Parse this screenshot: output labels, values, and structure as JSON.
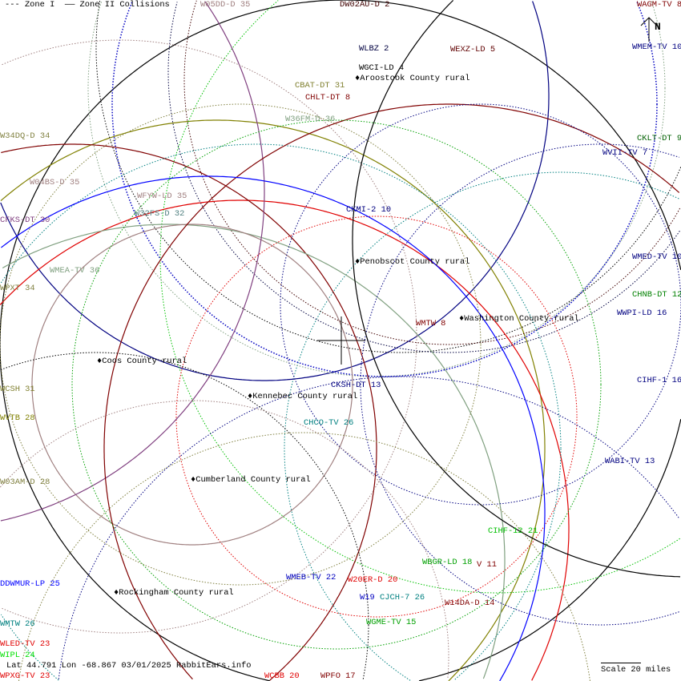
{
  "legend": {
    "zone1": "--- Zone I",
    "zone2": "—— Zone II Collisions"
  },
  "footer": "Lat 44.791 Lon -68.867 03/01/2025 RabbitEars.info",
  "scale_label": "Scale 20 miles",
  "north_label": "N",
  "stations": [
    {
      "label": "W05DD-D 35",
      "color": "#a08080"
    },
    {
      "label": "DW02AU-D 2",
      "color": "#400000"
    },
    {
      "label": "WAGM-TV 8",
      "color": "#800000"
    },
    {
      "label": "WLBZ 2",
      "color": "#000040"
    },
    {
      "label": "WEXZ-LD 5",
      "color": "#600000"
    },
    {
      "label": "WMEM-TV 10",
      "color": "#000080"
    },
    {
      "label": "WGCI-LD 4",
      "color": "#000000"
    },
    {
      "label": "CBAT-DT 31",
      "color": "#808030"
    },
    {
      "label": "CHLT-DT 8",
      "color": "#800000"
    },
    {
      "label": "W36FM-D 36",
      "color": "#80a080"
    },
    {
      "label": "W34DQ-D 34",
      "color": "#808040"
    },
    {
      "label": "CKLT-DT 9",
      "color": "#006000"
    },
    {
      "label": "WVII-TV 7",
      "color": "#000080"
    },
    {
      "label": "W04BS-D 35",
      "color": "#a08080"
    },
    {
      "label": "WFYW-LD 35",
      "color": "#a08080"
    },
    {
      "label": "CKMI-2 10",
      "color": "#000080"
    },
    {
      "label": "W32FS-D 32",
      "color": "#508080"
    },
    {
      "label": "CFKS-DT 30",
      "color": "#804080"
    },
    {
      "label": "WMED-TV 10",
      "color": "#000080"
    },
    {
      "label": "WMEA-TV 36",
      "color": "#80a080"
    },
    {
      "label": "WPXT 34",
      "color": "#808040"
    },
    {
      "label": "CHNB-DT 12",
      "color": "#008000"
    },
    {
      "label": "WWPI-LD 16",
      "color": "#000080"
    },
    {
      "label": "WMTW 8",
      "color": "#800000"
    },
    {
      "label": "CIHF-1 16",
      "color": "#000080"
    },
    {
      "label": "CKSH-DT 13",
      "color": "#000080"
    },
    {
      "label": "WCSH 31",
      "color": "#808030"
    },
    {
      "label": "CHCO-TV 26",
      "color": "#008080"
    },
    {
      "label": "WVTB 28",
      "color": "#808000"
    },
    {
      "label": "WABI-TV 13",
      "color": "#000080"
    },
    {
      "label": "W03AM-D 28",
      "color": "#808040"
    },
    {
      "label": "CIHF-12 21",
      "color": "#00c000"
    },
    {
      "label": "WBGR-LD 18",
      "color": "#00a000"
    },
    {
      "label": "V 11",
      "color": "#800000"
    },
    {
      "label": "WMEB-TV 22",
      "color": "#0000c0"
    },
    {
      "label": "W20ER-D 20",
      "color": "#e00000"
    },
    {
      "label": "DDWMUR-LP 25",
      "color": "#0000ff"
    },
    {
      "label": "W19",
      "color": "#0000c0"
    },
    {
      "label": "CJCH-7 26",
      "color": "#008080"
    },
    {
      "label": "W14DA-D 14",
      "color": "#800000"
    },
    {
      "label": "WMTW 26",
      "color": "#008080"
    },
    {
      "label": "WGME-TV 15",
      "color": "#00a000"
    },
    {
      "label": "WLED-TV 23",
      "color": "#e00000"
    },
    {
      "label": "WIPL 24",
      "color": "#00e000"
    },
    {
      "label": "WPXG-TV 23",
      "color": "#e00000"
    },
    {
      "label": "WCBB 20",
      "color": "#e00000"
    },
    {
      "label": "WPFO 17",
      "color": "#800000"
    }
  ],
  "counties": [
    {
      "label": "Aroostook County rural"
    },
    {
      "label": "Penobscot County rural"
    },
    {
      "label": "Washington County rural"
    },
    {
      "label": "Coos County rural"
    },
    {
      "label": "Kennebec County rural"
    },
    {
      "label": "Cumberland County rural"
    },
    {
      "label": "Rockingham County rural"
    }
  ]
}
